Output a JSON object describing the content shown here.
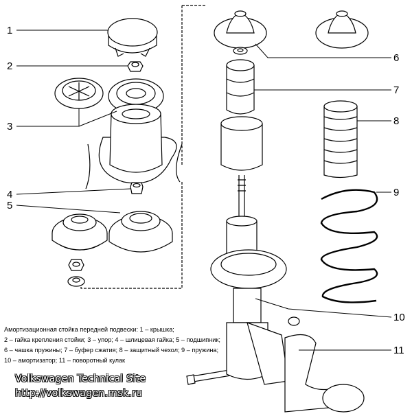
{
  "callouts": [
    {
      "n": "1"
    },
    {
      "n": "2"
    },
    {
      "n": "3"
    },
    {
      "n": "4"
    },
    {
      "n": "5"
    },
    {
      "n": "6"
    },
    {
      "n": "7"
    },
    {
      "n": "8"
    },
    {
      "n": "9"
    },
    {
      "n": "10"
    },
    {
      "n": "11"
    }
  ],
  "caption": {
    "line1": "Амортизационная стойка передней подвески: 1 – крышка;",
    "line2": "2 – гайка крепления стойки; 3 – упор; 4 – шлицевая гайка; 5 – подшипник;",
    "line3": "6 – чашка пружины; 7 – буфер сжатия; 8 – защитный чехол; 9 – пружина;",
    "line4": "10 – амортизатор; 11 – поворотный кулак"
  },
  "watermark": {
    "line1": "Volkswagen Technical Site",
    "line2": "http://volkswagen.msk.ru"
  }
}
